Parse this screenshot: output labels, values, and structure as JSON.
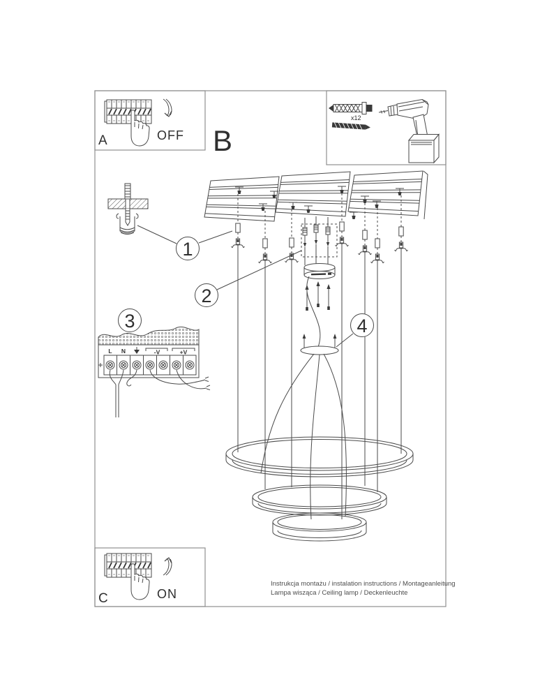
{
  "steps": {
    "s1": "1",
    "s2": "2",
    "s3": "3",
    "s4": "4"
  },
  "sections": {
    "a_letter": "A",
    "b_letter": "B",
    "c_letter": "C",
    "off_label": "OFF",
    "on_label": "ON"
  },
  "parts": {
    "anchor_count": "x12"
  },
  "terminals": {
    "l": "L",
    "n": "N",
    "minus_v": "-V",
    "plus_v": "+V"
  },
  "footer": {
    "line1": "Instrukcja montażu / instalation instructions / Montageanleitung",
    "line2": "Lampa wisząca / Ceiling lamp / Deckenleuchte"
  }
}
